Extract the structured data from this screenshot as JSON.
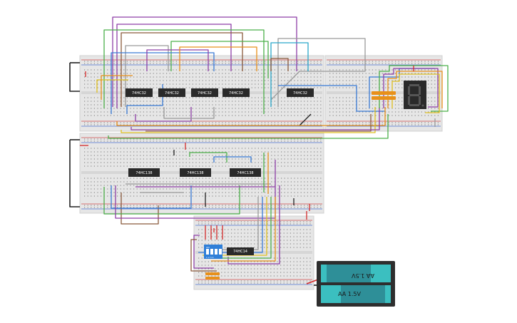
{
  "chips_top": [
    {
      "label": "74HC32"
    },
    {
      "label": "74HC32"
    },
    {
      "label": "74HC32"
    },
    {
      "label": "74HC32"
    },
    {
      "label": "74HC32"
    }
  ],
  "chips_middle": [
    {
      "label": "74HC138"
    },
    {
      "label": "74HC138"
    },
    {
      "label": "74HC138"
    }
  ],
  "chip_bottom": {
    "label": "74HC14"
  },
  "dip_switch": {
    "on_label": "ON",
    "numbers": "1 2 3 4"
  },
  "seven_segment": {
    "digit": "8",
    "color": "#2a2a2a",
    "segment_color": "#4a4a4a"
  },
  "battery": {
    "cells": [
      {
        "label": "AA 1.5V",
        "flipped": true
      },
      {
        "label": "AA 1.5V",
        "flipped": false
      }
    ],
    "case_color": "#2e2e2e",
    "cell_color": "#3bbfc0"
  },
  "colors": {
    "breadboard": "#e8e8e8",
    "wire_purple": "#8e3fa7",
    "wire_green": "#4cb04a",
    "wire_blue": "#3a7bd5",
    "wire_orange": "#e8901a",
    "wire_yellow": "#e0c020",
    "wire_brown": "#8a5a3c",
    "wire_gray": "#9a9a9a",
    "wire_red": "#d42a2a",
    "wire_black": "#222222",
    "wire_cyan": "#2aa7c9",
    "wire_pink": "#d04a8a"
  }
}
